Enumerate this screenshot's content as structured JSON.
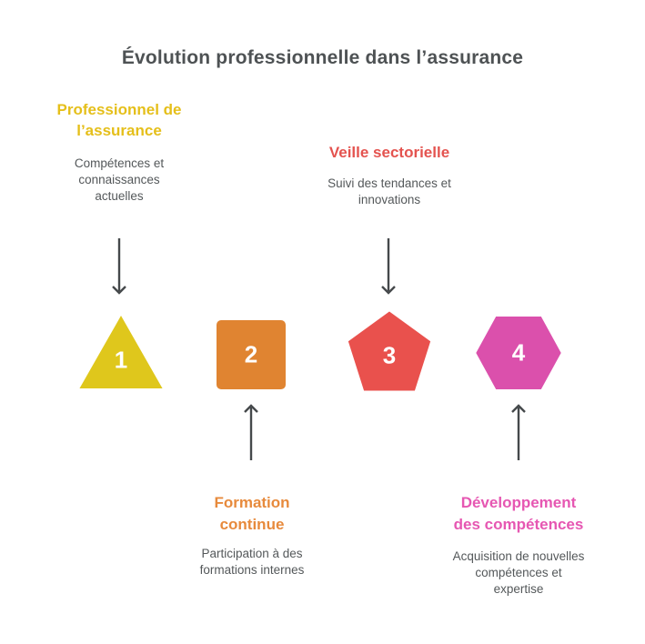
{
  "title": "Évolution professionnelle dans l’assurance",
  "title_color": "#4E5254",
  "text_color": "#54585A",
  "arrow_color": "#45494B",
  "steps": [
    {
      "number": "1",
      "shape": "triangle",
      "shape_color": "#DFC71C",
      "label": "Professionnel de\nl’assurance",
      "label_color": "#E5BF1A",
      "description": "Compétences et\nconnaissances\nactuelles",
      "label_position": "top"
    },
    {
      "number": "2",
      "shape": "square",
      "shape_color": "#E08431",
      "label": "Formation\ncontinue",
      "label_color": "#E78A3C",
      "description": "Participation à des\nformations internes",
      "label_position": "bottom"
    },
    {
      "number": "3",
      "shape": "pentagon",
      "shape_color": "#E9514D",
      "label": "Veille sectorielle",
      "label_color": "#E4534F",
      "description": "Suivi des tendances et\ninnovations",
      "label_position": "top"
    },
    {
      "number": "4",
      "shape": "hexagon",
      "shape_color": "#DB50AC",
      "label": "Développement\ndes compétences",
      "label_color": "#E657B2",
      "description": "Acquisition de nouvelles\ncompétences et\nexpertise",
      "label_position": "bottom"
    }
  ]
}
